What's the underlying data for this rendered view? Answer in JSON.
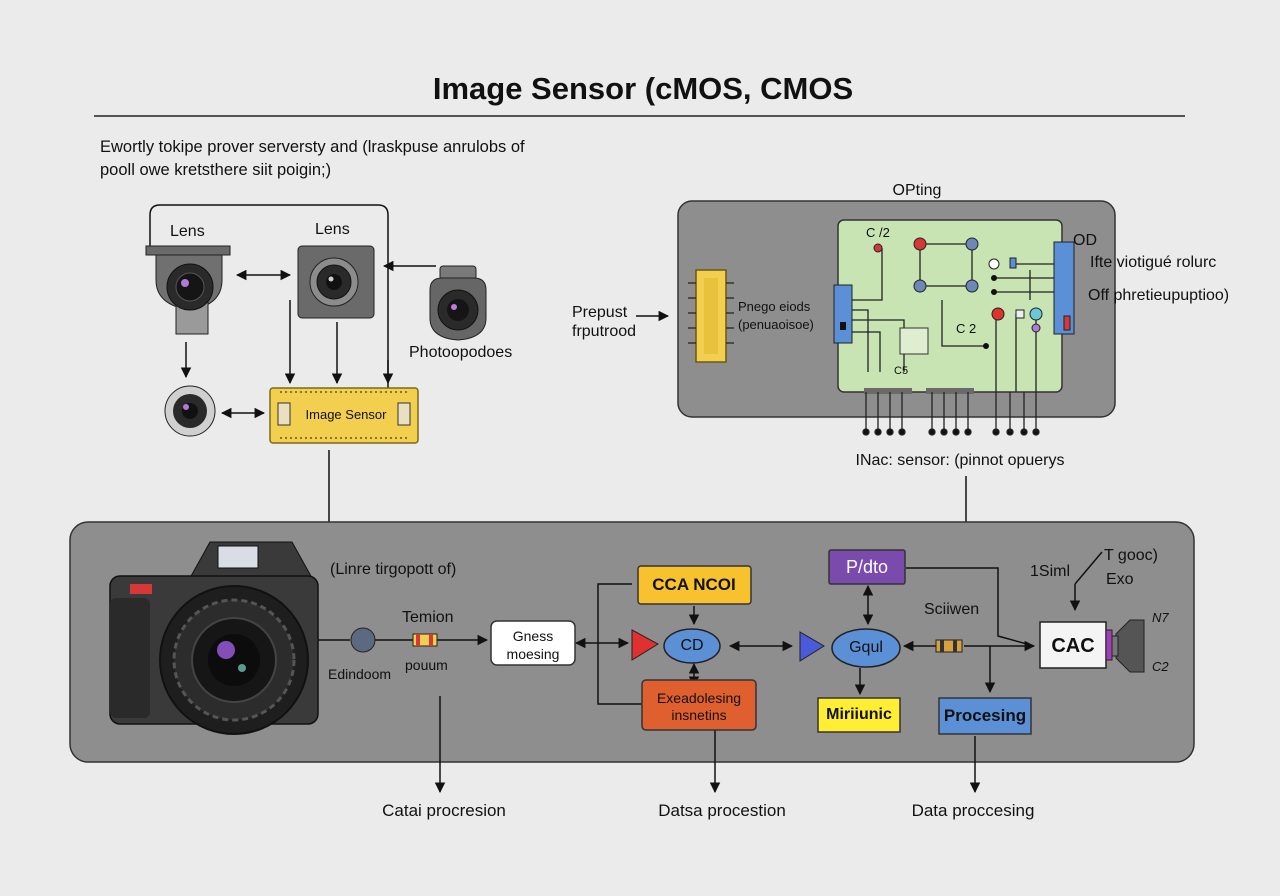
{
  "title": "Image Sensor (cMOS, CMOS",
  "subtitle": "Ewortly tokipe prover serversty and (lraskpuse anrulobs of\npooll owe kretsthere siit poigin;)",
  "colors": {
    "background": "#ebebeb",
    "panel": "#8e8e8e",
    "board": "#c8e4b2",
    "sensor_chip": "#f3cf4f",
    "orange_box": "#e05f2f",
    "purple_box": "#7a4aad",
    "blue_box": "#5b8fd6",
    "yellow_box": "#ffee33"
  },
  "top_left": {
    "lens_label_1": "Lens",
    "lens_label_2": "Lens",
    "photodiodes_label": "Photoopodoes",
    "image_sensor_label": "Image Sensor"
  },
  "top_right": {
    "opting_label": "OPting",
    "prepust_label": "Prepust\nfrputrood",
    "board_label": "Pnego eiods\n(penuaoisoe)",
    "c12_label": "C /2",
    "c2_label": "C 2",
    "c5_label": "C5",
    "od_label": "OD",
    "right_label_1": "Ifte viotigué rolurc",
    "right_label_2": "Off phretieupuptioo)",
    "sensor_caption": "INac: sensor: (pinnot opuerys"
  },
  "bottom": {
    "camera_label": "(Linre tirgopott of)",
    "tension_label": "Temion",
    "poum_label": "pouum",
    "edindoom_label": "Edindoom",
    "gness_box": "Gness\nmoesing",
    "cca_box": "CCA NCOI",
    "cd_oval": "CD",
    "orange_box": "Exeadolesing\ninsnetins",
    "purple_box": "P/dto",
    "gqul_oval": "Gqul",
    "yellow_box": "Miriiunic",
    "blue_box": "Procesing",
    "sciiwen_label": "Sciiwen",
    "cac_box": "CAC",
    "t_gooc_label": "T gooc)",
    "exo_label": "Exo",
    "ssiml_label": "1Siml",
    "n7_label": "N7",
    "c2_label": "C2"
  },
  "captions": [
    "Catai procresion",
    "Datsa procestion",
    "Data proccesing"
  ]
}
